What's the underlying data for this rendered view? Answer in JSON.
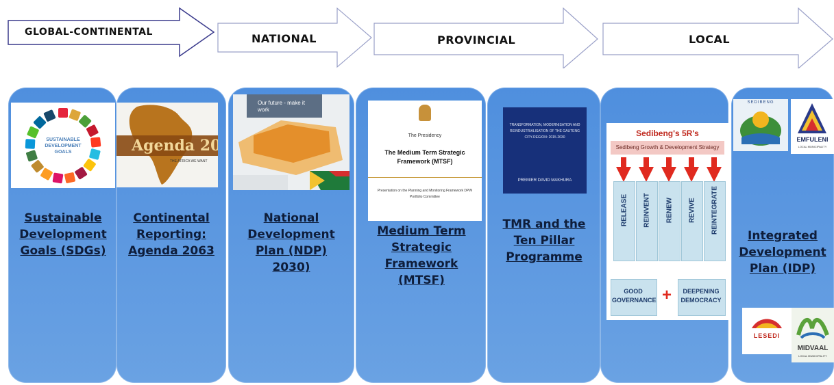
{
  "stages": {
    "global": "GLOBAL-CONTINENTAL",
    "national": "NATIONAL",
    "provincial": "PROVINCIAL",
    "local": "LOCAL"
  },
  "columns": {
    "sdg": "Sustainable Development Goals (SDGs)",
    "agenda": "Continental Reporting: Agenda 2063",
    "ndp": "National Development Plan (NDP) 2030)",
    "mtsf": "Medium Term Strategic Framework (MTSF)",
    "tmr": "TMR and the Ten Pillar Programme",
    "idp": "Integrated Development Plan (IDP)"
  },
  "thumbs": {
    "sdg_text": "SUSTAINABLE DEVELOPMENT GOALS",
    "agenda_text": "Agenda 2063",
    "agenda_sub": "THE AFRICA WE WANT",
    "ndp_text": "Our future - make it work",
    "mtsf_presidency": "The Presidency",
    "mtsf_title": "The Medium Term Strategic Framework (MTSF)",
    "mtsf_sub": "Presentation on the Planning and Monitoring Framework DPW Portfolio Committee",
    "tmr_title": "TRANSFORMATION, MODERNISATION AND REINDUSTRIALISATION OF THE GAUTENG CITY-REGION: 2015-2030",
    "tmr_sub": "PREMIER DAVID MAKHURA",
    "fiveR_title": "Sedibeng's 5R's",
    "fiveR_strategy": "Sedibeng Growth & Development Strategy",
    "fiveR_words": [
      "RELEASE",
      "REINVENT",
      "RENEW",
      "REVIVE",
      "REINTEGRATE"
    ],
    "fiveR_good": "GOOD GOVERNANCE",
    "fiveR_plus": "+",
    "fiveR_democracy": "DEEPENING DEMOCRACY",
    "logo_sedibeng": "SEDIBENG",
    "logo_emfuleni": "EMFULENI",
    "logo_emfuleni_sub": "LOCAL MUNICIPALITY",
    "logo_lesedi": "LESEDI",
    "logo_midvaal": "MIDVAAL",
    "logo_midvaal_sub": "LOCAL MUNICIPALITY"
  }
}
